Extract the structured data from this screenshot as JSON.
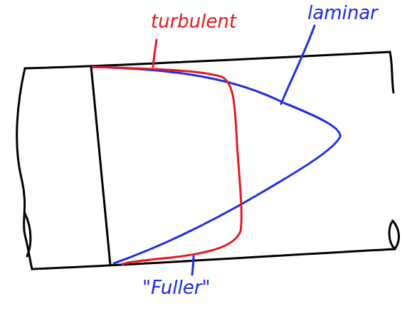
{
  "diagram": {
    "labels": [
      "turbulent",
      "laminar",
      "\"Fuller\""
    ]
  }
}
